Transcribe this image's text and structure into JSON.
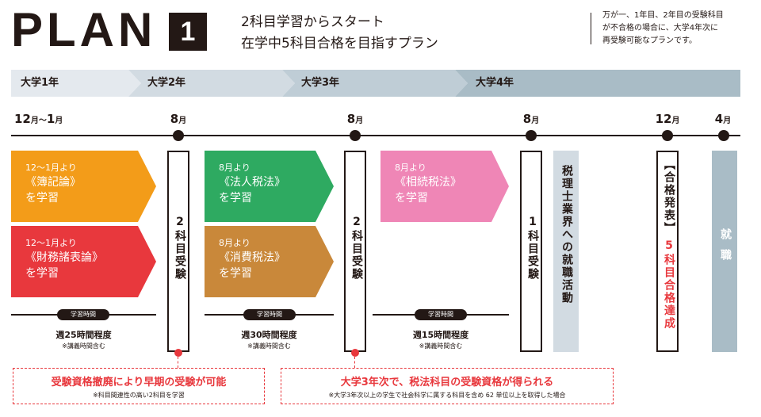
{
  "header": {
    "plan_word": "PLAN",
    "plan_number": "1",
    "subtitle_line1": "2科目学習からスタート",
    "subtitle_line2": "在学中5科目合格を目指すプラン",
    "note_line1": "万が一、1年目、2年目の受験科目",
    "note_line2": "が不合格の場合に、大学4年次に",
    "note_line3": "再受験可能なプランです。"
  },
  "years": [
    "大学1年",
    "大学2年",
    "大学3年",
    "大学4年"
  ],
  "timeline": {
    "start_label": "12",
    "start_mid": "月～",
    "start_end": "1",
    "start_unit": "月",
    "points": [
      {
        "num": "8",
        "unit": "月"
      },
      {
        "num": "8",
        "unit": "月"
      },
      {
        "num": "8",
        "unit": "月"
      },
      {
        "num": "12",
        "unit": "月"
      },
      {
        "num": "4",
        "unit": "月"
      }
    ]
  },
  "subjects": [
    {
      "from": "12～1月より",
      "name": "《簿記論》",
      "action": "を学習",
      "color": "#f39c19"
    },
    {
      "from": "12～1月より",
      "name": "《財務諸表論》",
      "action": "を学習",
      "color": "#e8383d"
    },
    {
      "from": "8月より",
      "name": "《法人税法》",
      "action": "を学習",
      "color": "#2eaa61"
    },
    {
      "from": "8月より",
      "name": "《消費税法》",
      "action": "を学習",
      "color": "#c9883a"
    },
    {
      "from": "8月より",
      "name": "《相続税法》",
      "action": "を学習",
      "color": "#ef86b6"
    }
  ],
  "exams": [
    "2科目受験",
    "2科目受験",
    "1科目受験"
  ],
  "job_hunting": "税理士業界への就職活動",
  "result": {
    "bracket": "【合格発表】",
    "text": "5科目合格達成"
  },
  "employment": "就職",
  "study_blocks": [
    {
      "tag": "学習時間",
      "hours": "週25時間程度",
      "note": "※講義時間含む"
    },
    {
      "tag": "学習時間",
      "hours": "週30時間程度",
      "note": "※講義時間含む"
    },
    {
      "tag": "学習時間",
      "hours": "週15時間程度",
      "note": "※講義時間含む"
    }
  ],
  "callouts": [
    {
      "title": "受験資格撤廃により早期の受験が可能",
      "note": "※科目間連性の高い2科目を学習"
    },
    {
      "title": "大学3年次で、税法科目の受験資格が得られる",
      "note": "※大学3年次以上の学生で社会科学に属する科目を含め 62 単位以上を取得した場合"
    }
  ],
  "colors": {
    "band_light": "#dde4ea",
    "band_mid": "#c7d2da",
    "band_dark": "#a9bcc6",
    "exam_gray": "#a9bcc6",
    "accent_red": "#e8383d"
  }
}
